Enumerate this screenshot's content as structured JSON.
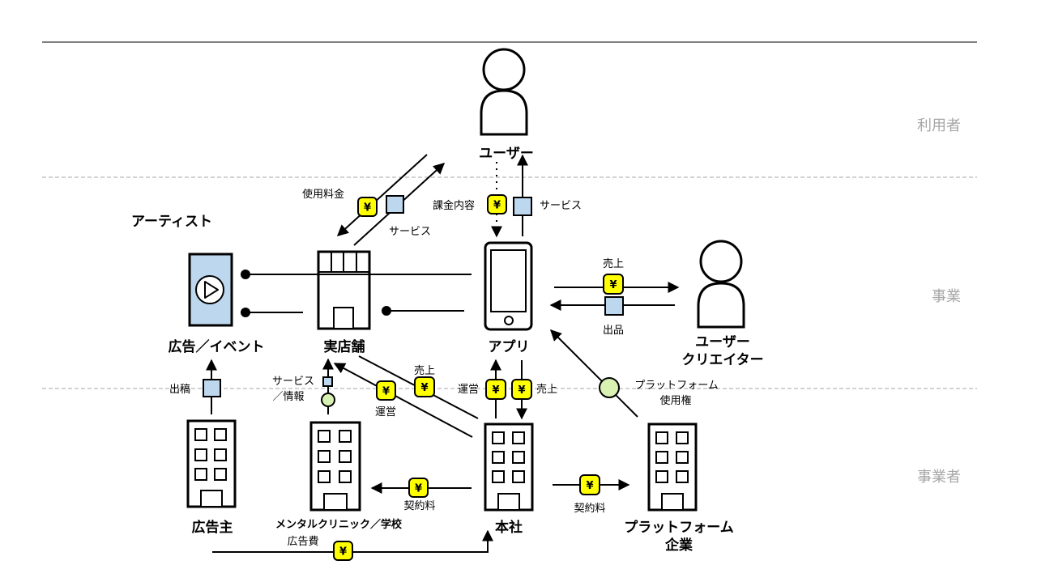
{
  "colors": {
    "coin": "#ffff00",
    "service_box": "#bdd7ee",
    "device": "#bdd7ee",
    "license": "#d9f2b4",
    "lane_label": "#a6a6a6",
    "dashed": "#a6a6a6"
  },
  "lanes": {
    "user": "利用者",
    "business": "事業",
    "operator": "事業者"
  },
  "nodes": {
    "user": "ユーザー",
    "artist": "アーティスト",
    "ads_events": "広告／イベント",
    "store": "実店舗",
    "app": "アプリ",
    "creator_line1": "ユーザー",
    "creator_line2": "クリエイター",
    "advertiser": "広告主",
    "clinic": "メンタルクリニック／学校",
    "hq": "本社",
    "platform_line1": "プラットフォーム",
    "platform_line2": "企業"
  },
  "flows": {
    "usage_fee": "使用料金",
    "service_store": "サービス",
    "billing": "課金内容",
    "service_app": "サービス",
    "sales_creator": "売上",
    "listing": "出品",
    "placement": "出稿",
    "service_info_1": "サービス",
    "service_info_2": "／情報",
    "operation_store": "運営",
    "sales_store": "売上",
    "operation_app": "運営",
    "sales_app": "売上",
    "license_1": "プラットフォーム",
    "license_2": "使用権",
    "contract_clinic": "契約料",
    "contract_platform": "契約料",
    "ad_cost": "広告費"
  },
  "icons": {
    "coin": "¥"
  }
}
